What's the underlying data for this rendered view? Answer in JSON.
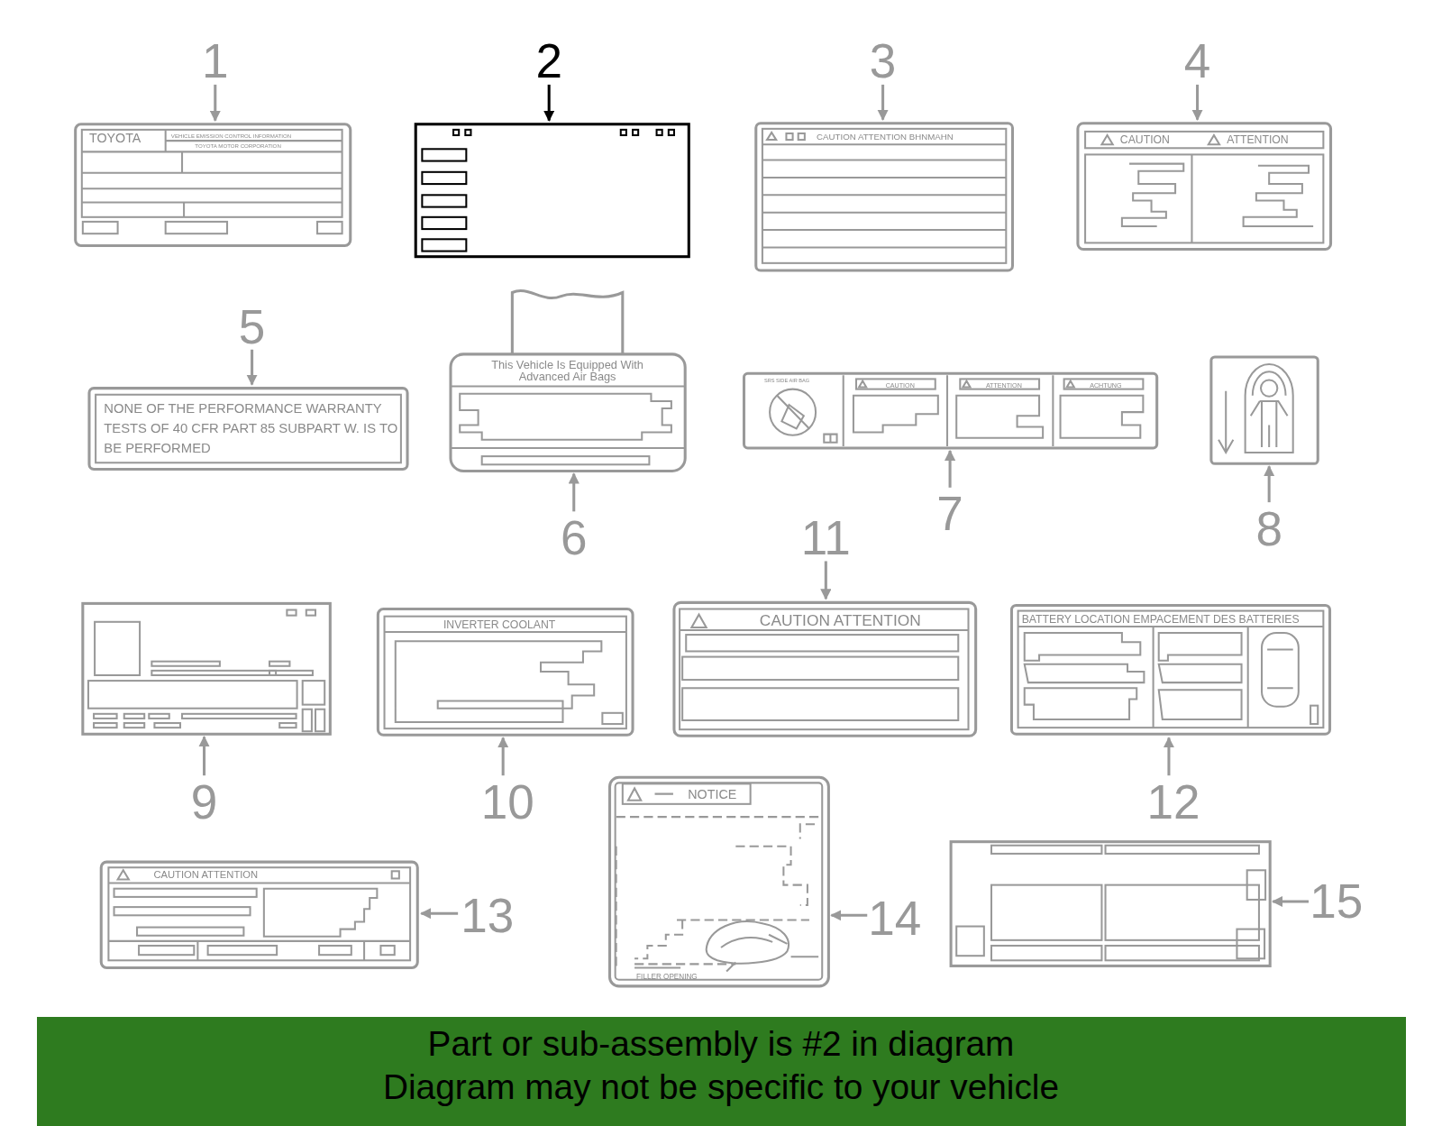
{
  "diagram": {
    "nodes": [
      {
        "text": [
          "TOYOTA",
          "VEHICLE EMISSION CONTROL INFORMATION",
          "TOYOTA MOTOR CORPORATION"
        ]
      },
      {
        "text": [
          "CAUTION ATTENTION BHNMAHN"
        ]
      },
      {
        "text": [
          "CAUTION",
          "ATTENTION"
        ]
      },
      {
        "text": [
          "NONE OF THE PERFORMANCE WARRANTY TESTS OF 40 CFR PART 85 SUBPART W. IS TO BE PERFORMED"
        ]
      },
      {
        "text": [
          "This Vehicle Is Equipped With Advanced Air Bags"
        ]
      },
      {
        "text": [
          "SRS SIDE AIR BAG",
          "CAUTION",
          "ATTENTION",
          "ACHTUNG"
        ]
      },
      {
        "text": [
          "INVERTER COOLANT"
        ]
      },
      {
        "text": [
          "CAUTION ATTENTION"
        ]
      },
      {
        "text": [
          "BATTERY LOCATION EMPACEMENT DES BATTERIES"
        ]
      },
      {
        "text": [
          "CAUTION ATTENTION"
        ]
      },
      {
        "text": [
          "NOTICE",
          "FILLER OPENING"
        ]
      },
      {
        "text": [
          "Part or sub-assembly is #2 in diagram",
          "Diagram may not be specific to your vehicle"
        ]
      }
    ],
    "labels": [
      "1",
      "2",
      "3",
      "4",
      "5",
      "6",
      "7",
      "8",
      "9",
      "10",
      "11",
      "12",
      "13",
      "14",
      "15"
    ]
  }
}
